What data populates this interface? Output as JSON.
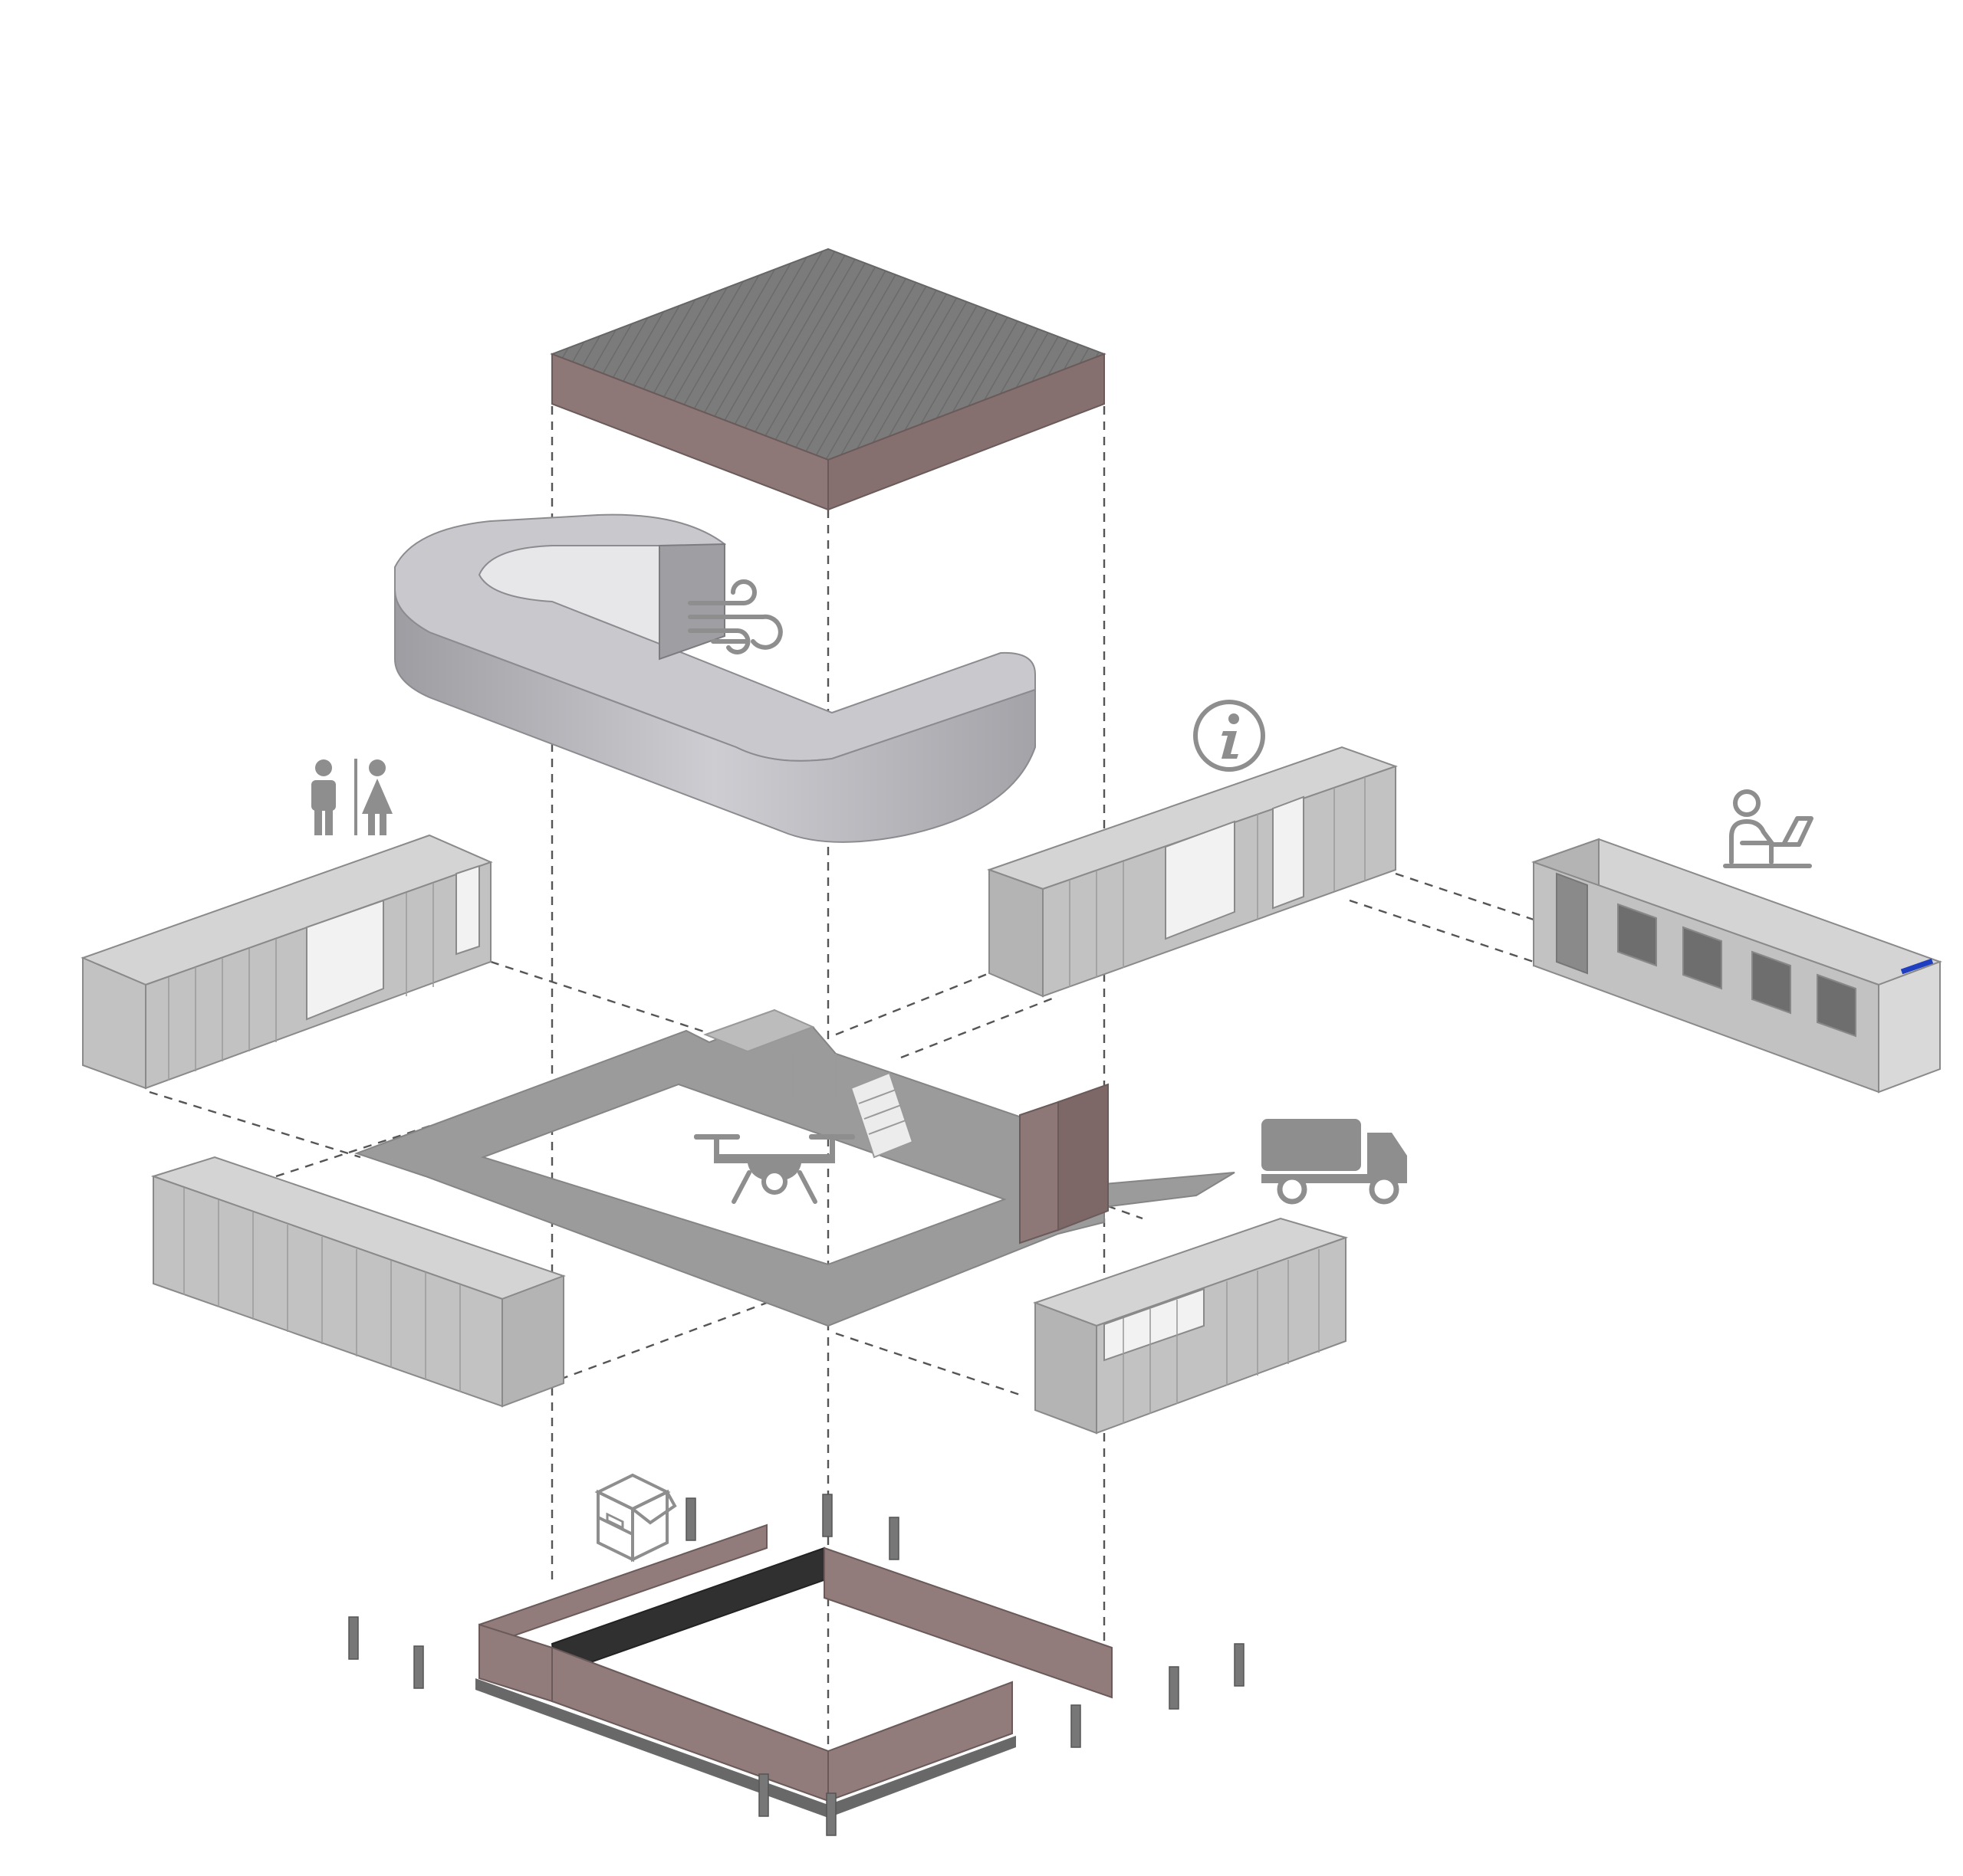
{
  "diagram": {
    "type": "exploded isometric axonometric",
    "layers": [
      "roof",
      "ventilation-ring",
      "containers",
      "deck-platform",
      "foundation"
    ],
    "colors": {
      "roof_top": "#7a7a7a",
      "roof_side": "#8e7777",
      "ring": "#b7b7bb",
      "deck": "#9b9b9b",
      "container": "#c8c8c8",
      "foundation_wall": "#917b7b",
      "foundation_dark": "#303030",
      "icons": "#8e8e8e",
      "accent_blue": "#1f3fc0"
    },
    "icons": [
      "wind-icon",
      "restroom-icon",
      "info-icon",
      "office-worker-icon",
      "drone-icon",
      "truck-icon",
      "storage-boxes-icon"
    ]
  }
}
